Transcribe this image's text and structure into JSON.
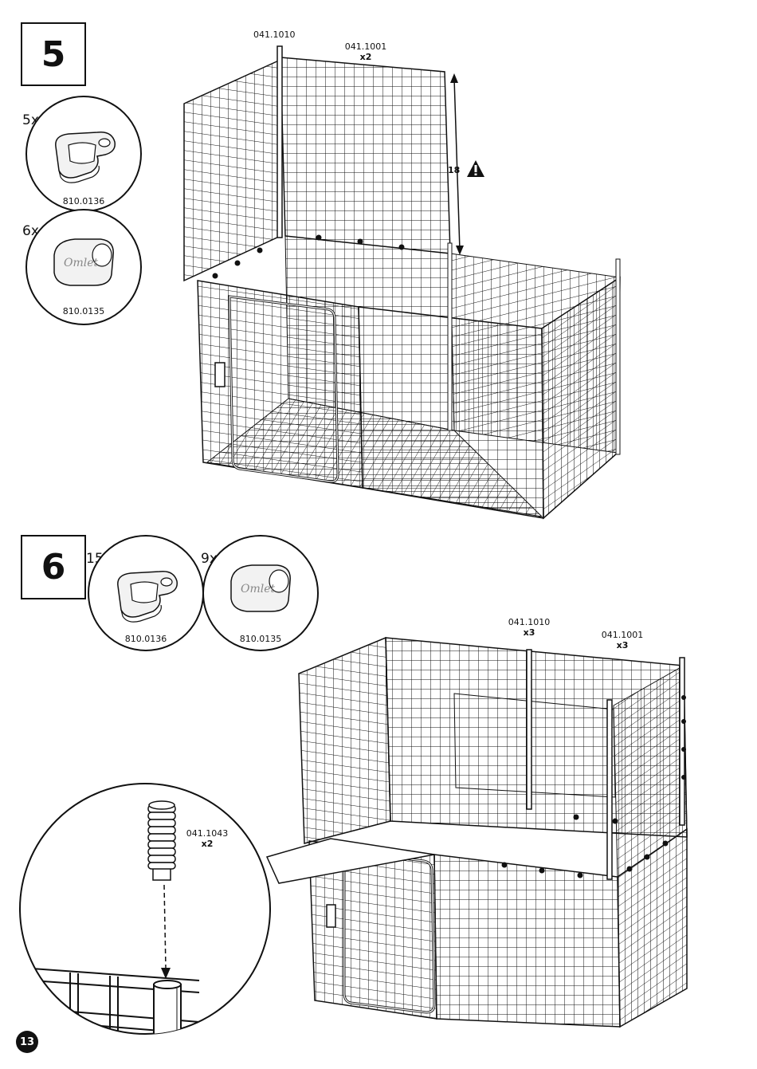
{
  "page_number": "13",
  "step5": {
    "number": "5",
    "parts": [
      {
        "qty": "5x",
        "part": "810.0136",
        "icon": "clip-half-icon"
      },
      {
        "qty": "6x",
        "part": "810.0135",
        "icon": "clip-connector-icon"
      }
    ],
    "label_post": "041.1010",
    "label_panel": "041.1001",
    "label_panel_qty": "x2",
    "height": "18",
    "warning_icon": "warning-triangle-icon"
  },
  "step6": {
    "number": "6",
    "parts": [
      {
        "qty": "15x",
        "part": "810.0136",
        "icon": "clip-half-icon"
      },
      {
        "qty": "9x",
        "part": "810.0135",
        "icon": "clip-connector-icon"
      }
    ],
    "label_post": "041.1010",
    "label_post_qty": "x3",
    "label_panel": "041.1001",
    "label_panel_qty": "x3",
    "detail_part": "041.1043",
    "detail_qty": "x2",
    "clip_logo_text": "Omlet"
  }
}
